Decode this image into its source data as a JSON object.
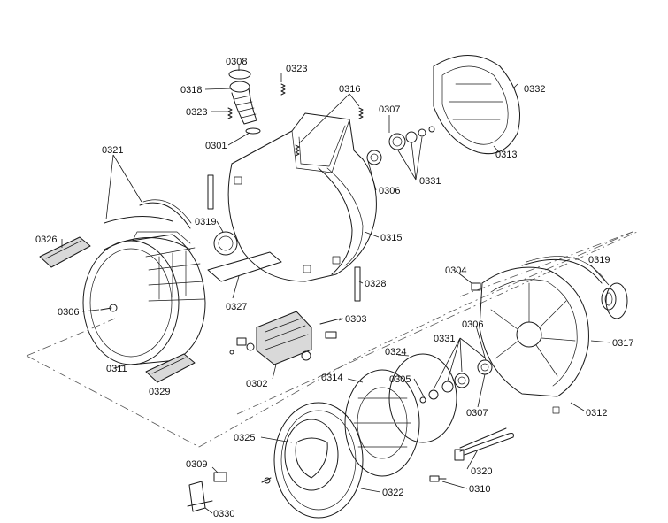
{
  "labels": {
    "l0308": "0308",
    "l0323a": "0323",
    "l0318": "0318",
    "l0323b": "0323",
    "l0316": "0316",
    "l0307a": "0307",
    "l0301": "0301",
    "l0332": "0332",
    "l0313": "0313",
    "l0306a": "0306",
    "l0331a": "0331",
    "l0321": "0321",
    "l0319a": "0319",
    "l0315": "0315",
    "l0326": "0326",
    "l0328": "0328",
    "l0304": "0304",
    "l0319b": "0319",
    "l0306b": "0306",
    "l0327": "0327",
    "l0303": "0303",
    "l0306c": "0306",
    "l0331b": "0331",
    "l0317": "0317",
    "l0311": "0311",
    "l0324": "0324",
    "l0302": "0302",
    "l0329": "0329",
    "l0305": "0305",
    "l0314": "0314",
    "l0307b": "0307",
    "l0312": "0312",
    "l0325": "0325",
    "l0320": "0320",
    "l0309": "0309",
    "l0310": "0310",
    "l0322": "0322",
    "l0330": "0330"
  }
}
